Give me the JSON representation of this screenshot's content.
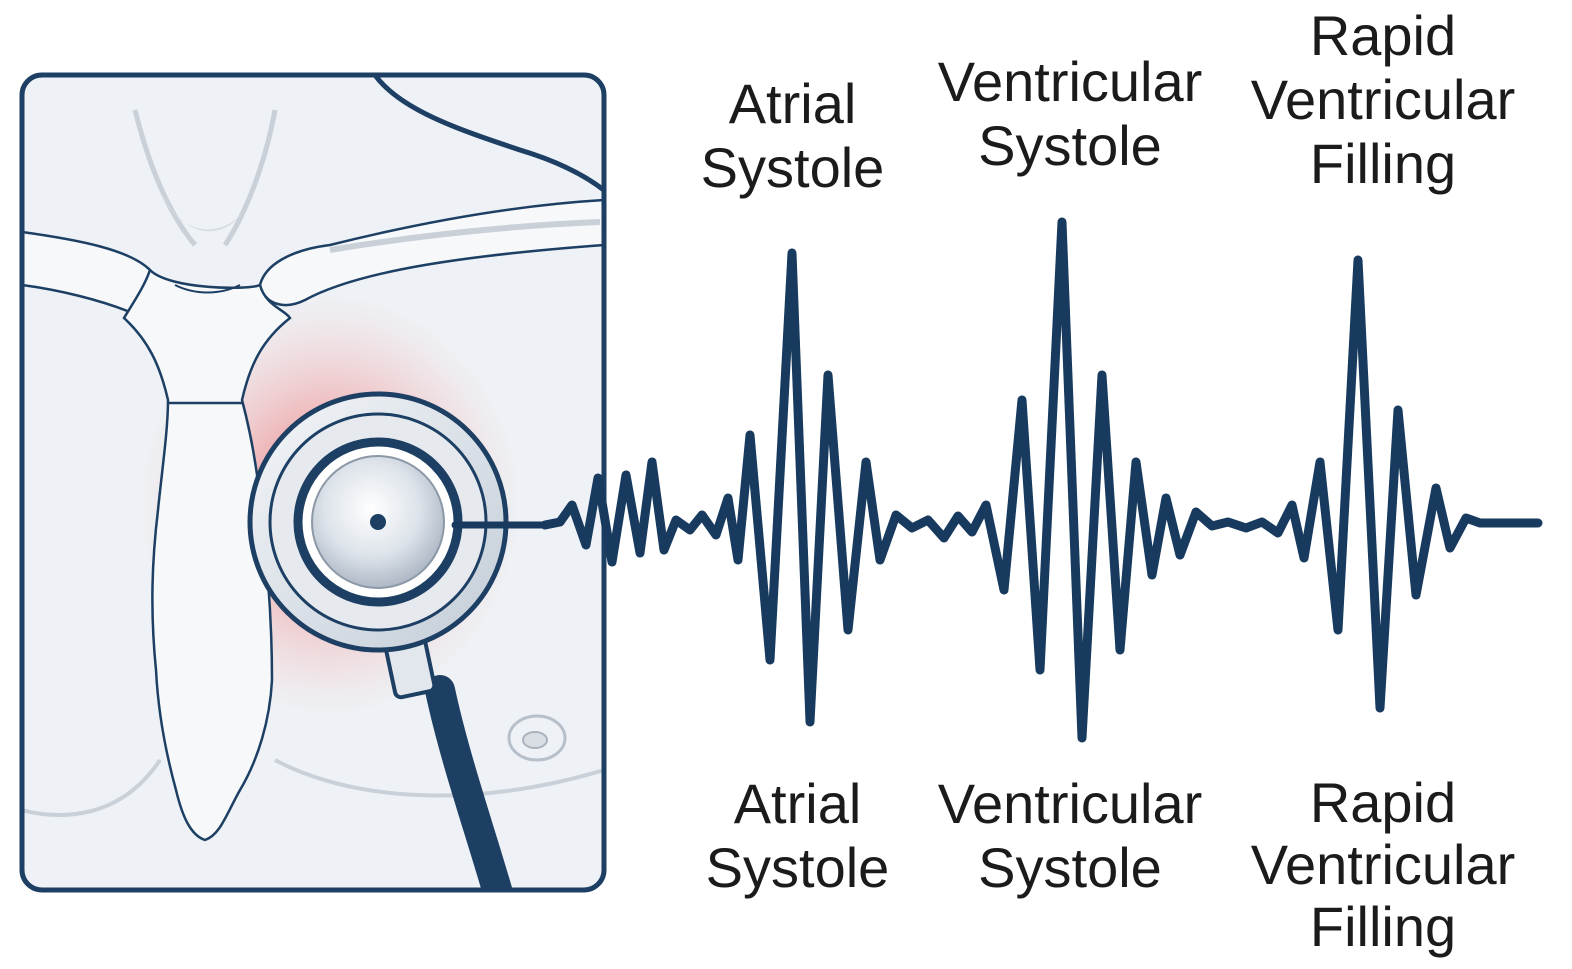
{
  "colors": {
    "outline": "#1c3f63",
    "panel_fill": "#eef1f5",
    "bone_fill": "#f6f8fa",
    "bone_shadow": "#c9d0d8",
    "highlight_glow": "#ec5a5a",
    "waveform": "#173a5e",
    "label_text": "#1b1b1b"
  },
  "illustration": {
    "icons": [
      "stethoscope-chestpiece-icon",
      "stethoscope-tubing-icon",
      "sternum-icon",
      "clavicle-icon",
      "nipple-icon"
    ]
  },
  "labels": {
    "top": [
      {
        "lines": [
          "Atrial",
          "Systole"
        ]
      },
      {
        "lines": [
          "Ventricular",
          "Systole"
        ]
      },
      {
        "lines": [
          "Rapid",
          "Ventricular",
          "Filling"
        ]
      }
    ],
    "bottom": [
      {
        "lines": [
          "Atrial",
          "Systole"
        ]
      },
      {
        "lines": [
          "Ventricular",
          "Systole"
        ]
      },
      {
        "lines": [
          "Rapid",
          "Ventricular",
          "Filling"
        ]
      }
    ]
  }
}
